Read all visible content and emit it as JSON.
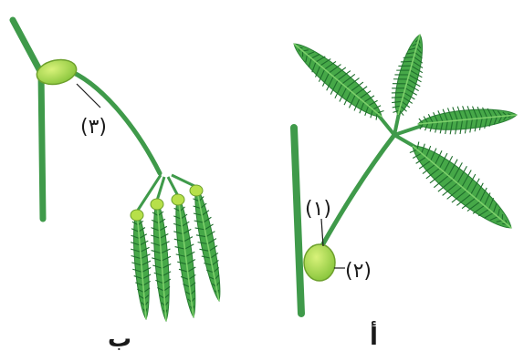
{
  "figure": {
    "labels": {
      "callout_3": "(٣)",
      "callout_1": "(١)",
      "callout_2": "(٢)",
      "panel_left": "ب",
      "panel_right": "أ"
    },
    "colors": {
      "stem": "#3f9a4a",
      "stem_dark": "#2f7d3a",
      "leaflet": "#2e8b3a",
      "leaflet_light": "#5cc25a",
      "pulvinus": "#b7e04a",
      "pulvinus_edge": "#6da02c",
      "ink": "#1a1a1a"
    },
    "icons": [
      "mimosa-leaf-drooping",
      "mimosa-leaf-open"
    ]
  }
}
